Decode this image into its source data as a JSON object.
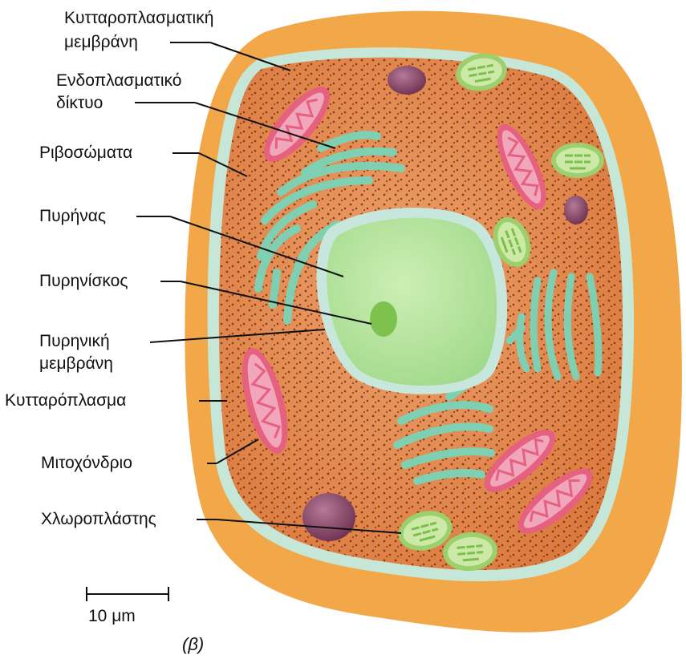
{
  "labels": {
    "plasma_membrane_1": "Κυτταροπλασματική",
    "plasma_membrane_2": "μεμβράνη",
    "er_1": "Ενδοπλασματικό",
    "er_2": "δίκτυο",
    "ribosomes": "Ριβοσώματα",
    "nucleus": "Πυρήνας",
    "nucleolus": "Πυρηνίσκος",
    "nuclear_membrane_1": "Πυρηνική",
    "nuclear_membrane_2": "μεμβράνη",
    "cytoplasm": "Κυτταρόπλασμα",
    "mitochondrion": "Μιτοχόνδριο",
    "chloroplast": "Χλωροπλάστης"
  },
  "scale_bar": {
    "text": "10 μm"
  },
  "caption": "(β)",
  "colors": {
    "cell_wall": "#f0a040",
    "cytoplasm": "#e8894e",
    "membrane": "#bfe3d6",
    "nucleus": "#b9e6a0",
    "er": "#7ccfb0",
    "mitochondrion": "#e8607e",
    "chloroplast": "#b7e08a",
    "vacuole": "#8e4a6e"
  }
}
